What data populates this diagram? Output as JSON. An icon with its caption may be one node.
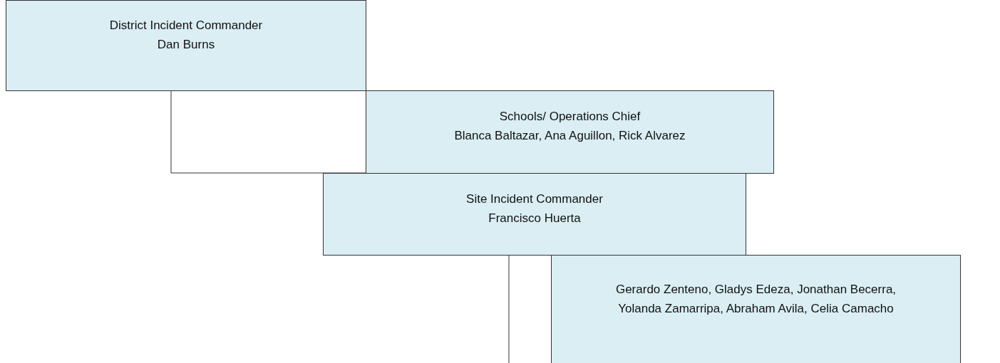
{
  "diagram": {
    "nodes": [
      {
        "text": [
          "District Incident Commander",
          "Dan Burns"
        ]
      },
      {
        "text": [
          "Schools/ Operations Chief",
          "Blanca Baltazar, Ana Aguillon, Rick Alvarez"
        ]
      },
      {
        "text": [
          "Site Incident Commander",
          "Francisco Huerta"
        ]
      },
      {
        "text": [
          "Gerardo Zenteno, Gladys Edeza, Jonathan Becerra, Yolanda Zamarripa, Abraham Avila, Celia Camacho"
        ]
      }
    ],
    "edges": [
      {
        "from": 0,
        "to": 1,
        "arrow": "none"
      },
      {
        "from": 2,
        "to": 3,
        "arrow": "none"
      }
    ]
  }
}
